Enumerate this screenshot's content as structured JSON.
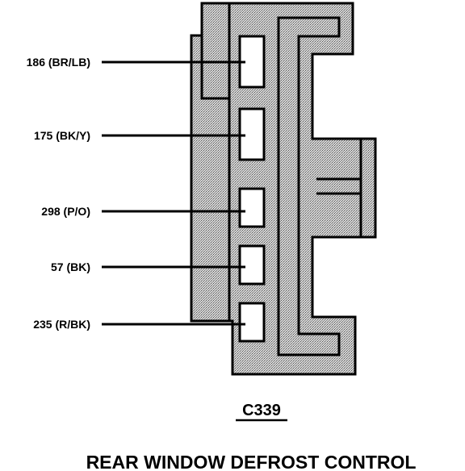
{
  "diagram": {
    "connector_id": "C339",
    "caption": "REAR WINDOW DEFROST CONTROL",
    "pins": [
      {
        "label": "186 (BR/LB)"
      },
      {
        "label": "175 (BK/Y)"
      },
      {
        "label": "298 (P/O)"
      },
      {
        "label": "57 (BK)"
      },
      {
        "label": "235 (R/BK)"
      }
    ]
  }
}
